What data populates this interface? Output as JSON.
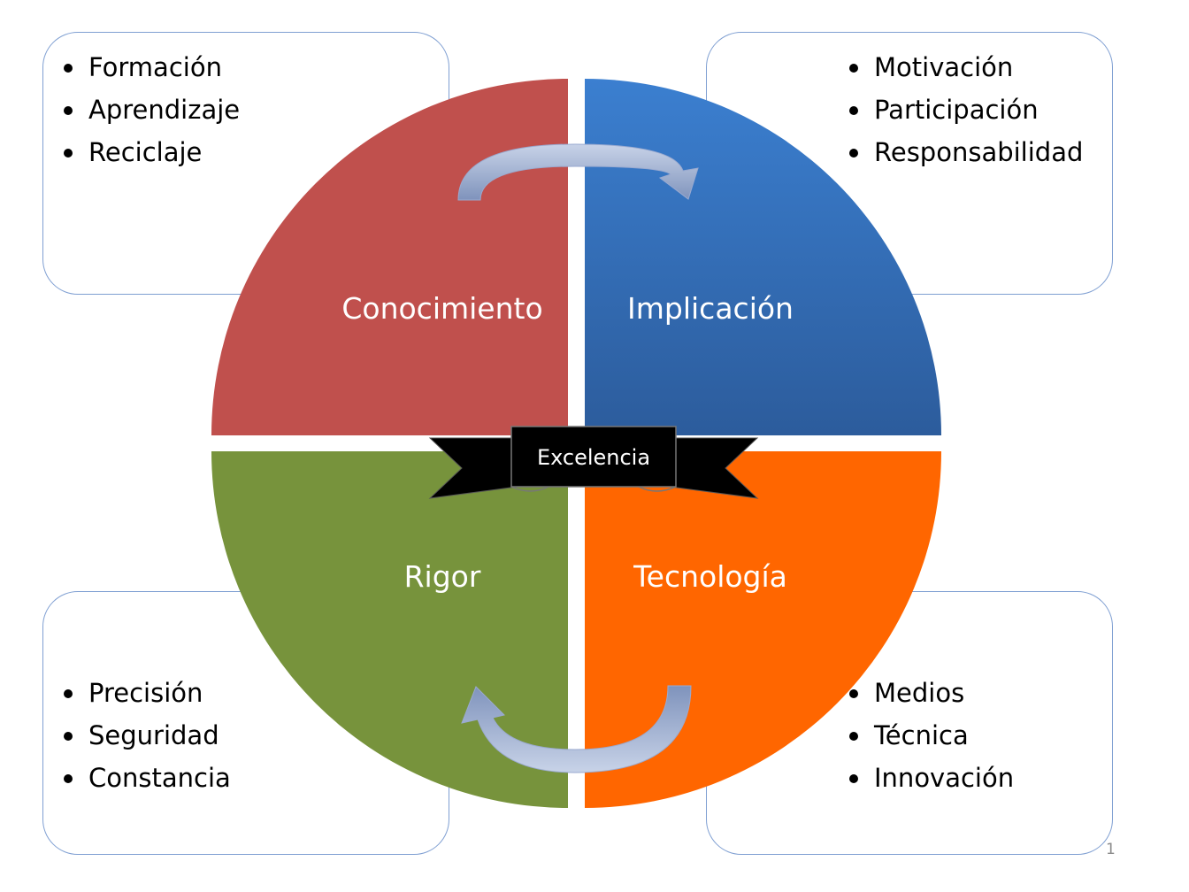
{
  "center": {
    "label": "Excelencia"
  },
  "quadrants": {
    "top_left": {
      "label": "Conocimiento",
      "color": "#c0504d"
    },
    "top_right": {
      "label": "Implicación",
      "color": "#2e63a8"
    },
    "bottom_left": {
      "label": "Rigor",
      "color": "#77933c"
    },
    "bottom_right": {
      "label": "Tecnología",
      "color": "#ff6600"
    }
  },
  "boxes": {
    "top_left": {
      "items": [
        "Formación",
        "Aprendizaje",
        "Reciclaje"
      ]
    },
    "top_right": {
      "items": [
        "Motivación",
        "Participación",
        "Responsabilidad"
      ]
    },
    "bottom_left": {
      "items": [
        "Precisión",
        "Seguridad",
        "Constancia"
      ]
    },
    "bottom_right": {
      "items": [
        "Medios",
        "Técnica",
        "Innovación"
      ]
    }
  },
  "arrows": [
    "curved-arrow-clockwise-top",
    "curved-arrow-clockwise-bottom"
  ],
  "page_number": "1"
}
